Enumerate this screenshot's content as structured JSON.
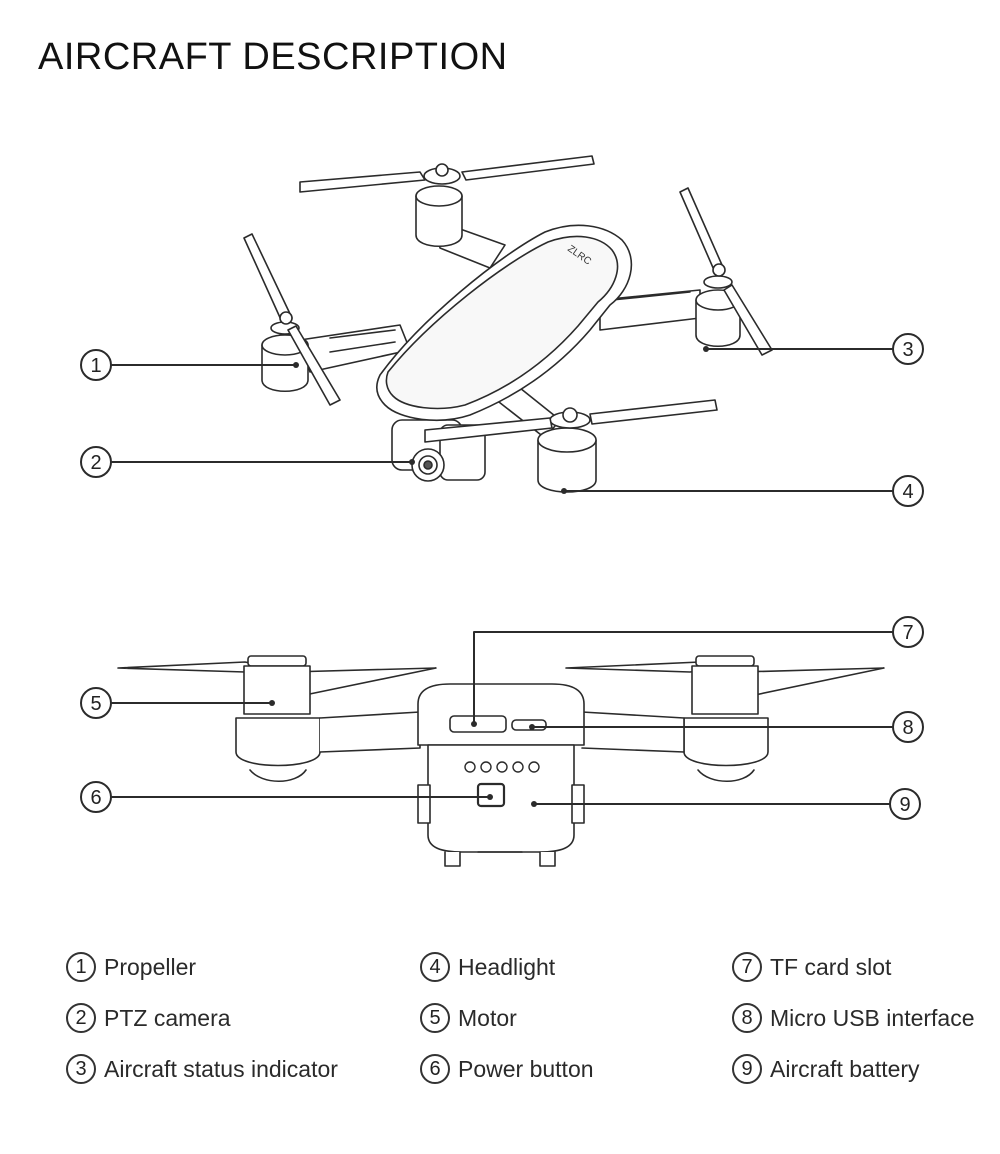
{
  "title": "AIRCRAFT DESCRIPTION",
  "drone_marks": {
    "brand_logo": "ZLRC"
  },
  "callouts": [
    {
      "number": "1",
      "label": "Propeller"
    },
    {
      "number": "2",
      "label": "PTZ camera"
    },
    {
      "number": "3",
      "label": "Aircraft status indicator"
    },
    {
      "number": "4",
      "label": "Headlight"
    },
    {
      "number": "5",
      "label": "Motor"
    },
    {
      "number": "6",
      "label": "Power button"
    },
    {
      "number": "7",
      "label": "TF card slot"
    },
    {
      "number": "8",
      "label": "Micro USB interface"
    },
    {
      "number": "9",
      "label": "Aircraft battery"
    }
  ],
  "colors": {
    "line": "#2b2b2b",
    "text": "#2a2a2a"
  }
}
